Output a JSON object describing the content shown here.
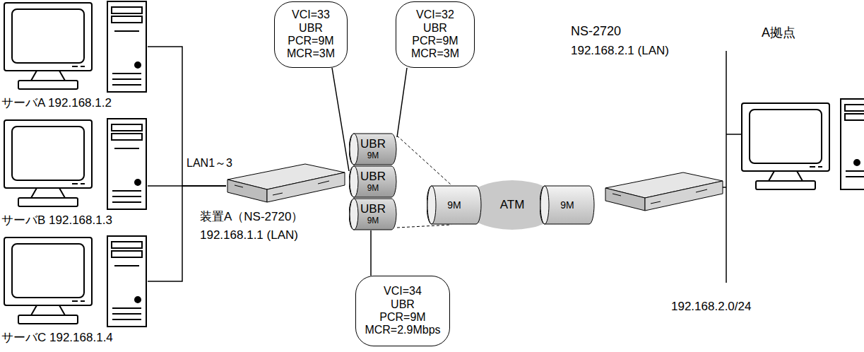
{
  "diagram": {
    "nodes": [
      {
        "text": [
          "VCI=33",
          "UBR",
          "PCR=9M",
          "MCR=3M"
        ]
      },
      {
        "text": [
          "VCI=32",
          "UBR",
          "PCR=9M",
          "MCR=3M"
        ]
      },
      {
        "text": [
          "サーバA 192.168.1.2"
        ]
      },
      {
        "text": [
          "サーバB 192.168.1.3"
        ]
      },
      {
        "text": [
          "サーバC 192.168.1.4"
        ]
      },
      {
        "text": [
          "装置A（NS-2720）",
          "192.168.1.1 (LAN)"
        ]
      },
      {
        "text": [
          "UBR",
          "9M"
        ]
      },
      {
        "text": [
          "UBR",
          "9M"
        ]
      },
      {
        "text": [
          "UBR",
          "9M"
        ]
      },
      {
        "text": [
          "VCI=34",
          "UBR",
          "PCR=9M",
          "MCR=2.9Mbps"
        ]
      },
      {
        "text": [
          "9M"
        ]
      },
      {
        "text": [
          "ATM"
        ]
      },
      {
        "text": [
          "9M"
        ]
      }
    ],
    "edges": [
      {
        "from": 2,
        "to": 5,
        "arrow": "none"
      },
      {
        "from": 3,
        "to": 5,
        "arrow": "none"
      },
      {
        "from": 4,
        "to": 5,
        "arrow": "none"
      },
      {
        "from": 6,
        "to": 10,
        "arrow": "none"
      },
      {
        "from": 8,
        "to": 10,
        "arrow": "none"
      },
      {
        "from": 0,
        "to": 7,
        "arrow": "none"
      },
      {
        "from": 1,
        "to": 6,
        "arrow": "none"
      },
      {
        "from": 9,
        "to": 8,
        "arrow": "none"
      }
    ],
    "labels": [
      "LAN1～3",
      "NS-2720",
      "192.168.2.1 (LAN)",
      "A拠点",
      "192.168.2.0/24"
    ]
  }
}
